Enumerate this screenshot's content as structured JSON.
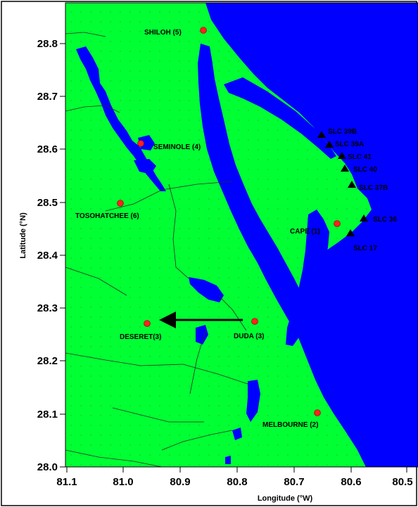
{
  "map": {
    "xlabel": "Longitude (°W)",
    "ylabel": "Latitude (°N)",
    "x_ticks": [
      "81.1",
      "81.0",
      "80.9",
      "80.8",
      "80.7",
      "80.6",
      "80.5"
    ],
    "y_ticks": [
      "28.8",
      "28.7",
      "28.6",
      "28.5",
      "28.4",
      "28.3",
      "28.2",
      "28.1",
      "28.0"
    ],
    "colors": {
      "land": "#00ff33",
      "water": "#0000ff",
      "stations": "#ff2020",
      "launch_sites": "#000000"
    },
    "stations": [
      {
        "label": "SHILOH (5)"
      },
      {
        "label": "SEMINOLE (4)"
      },
      {
        "label": "TOSOHATCHEE (6)"
      },
      {
        "label": "CAPE (1)"
      },
      {
        "label": "DESERET(3)"
      },
      {
        "label": "DUDA (3)"
      },
      {
        "label": "MELBOURNE (2)"
      }
    ],
    "launch_sites": [
      {
        "label": "SLC 39B"
      },
      {
        "label": "SLC 39A"
      },
      {
        "label": "SLC 41"
      },
      {
        "label": "SLC 40"
      },
      {
        "label": "SLC 37B"
      },
      {
        "label": "SLC 36"
      },
      {
        "label": "SLC 17"
      }
    ]
  }
}
